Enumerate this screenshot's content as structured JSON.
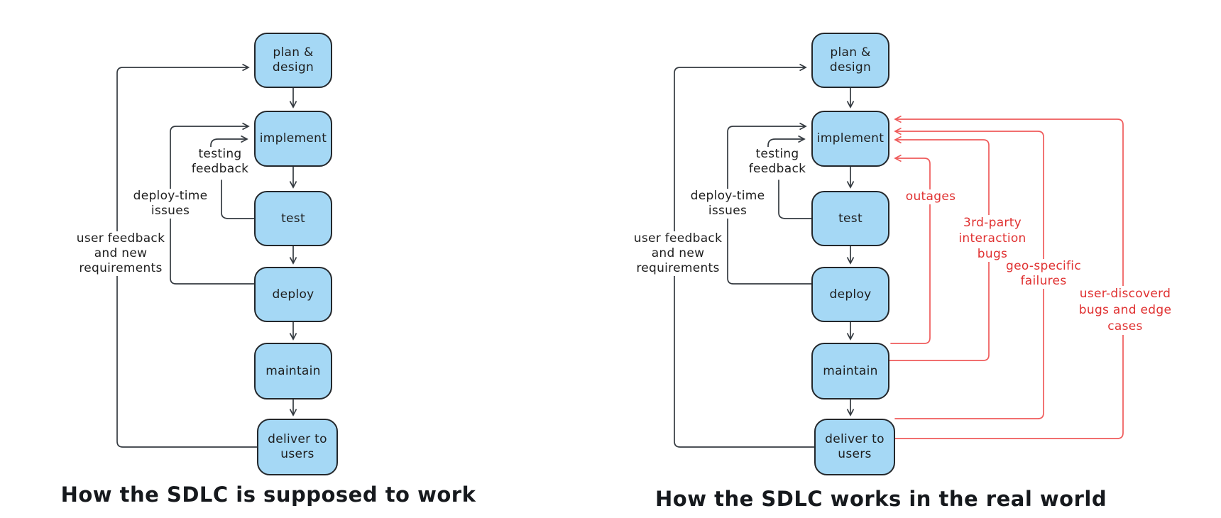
{
  "left_diagram": {
    "title": "How the SDLC is supposed to work",
    "stages": [
      {
        "label": "plan & design"
      },
      {
        "label": "implement"
      },
      {
        "label": "test"
      },
      {
        "label": "deploy"
      },
      {
        "label": "maintain"
      },
      {
        "label": "deliver to users"
      }
    ],
    "edge_labels": {
      "testing_feedback": {
        "lines": [
          "testing",
          "feedback"
        ]
      },
      "deploy_time_issues": {
        "lines": [
          "deploy-time",
          "issues"
        ]
      },
      "user_feedback": {
        "lines": [
          "user feedback",
          "and new",
          "requirements"
        ]
      }
    }
  },
  "right_diagram": {
    "title": "How the SDLC works in the real world",
    "stages": [
      {
        "label": "plan & design"
      },
      {
        "label": "implement"
      },
      {
        "label": "test"
      },
      {
        "label": "deploy"
      },
      {
        "label": "maintain"
      },
      {
        "label": "deliver to users"
      }
    ],
    "edge_labels": {
      "testing_feedback": {
        "lines": [
          "testing",
          "feedback"
        ]
      },
      "deploy_time_issues": {
        "lines": [
          "deploy-time",
          "issues"
        ]
      },
      "user_feedback": {
        "lines": [
          "user feedback",
          "and new",
          "requirements"
        ]
      }
    },
    "failure_labels": {
      "outages": {
        "lines": [
          "outages"
        ]
      },
      "third_party": {
        "lines": [
          "3rd-party",
          "interaction",
          "bugs"
        ]
      },
      "geo_specific": {
        "lines": [
          "geo-specific",
          "failures"
        ]
      },
      "user_discovered": {
        "lines": [
          "user-discoverd",
          "bugs and edge cases"
        ]
      }
    }
  },
  "colors": {
    "box_fill": "#a5d8f5",
    "box_border": "#23272b",
    "black_line": "#343a40",
    "red_line": "#ef5b5b",
    "red_text": "#e03131",
    "background": "#ffffff"
  }
}
